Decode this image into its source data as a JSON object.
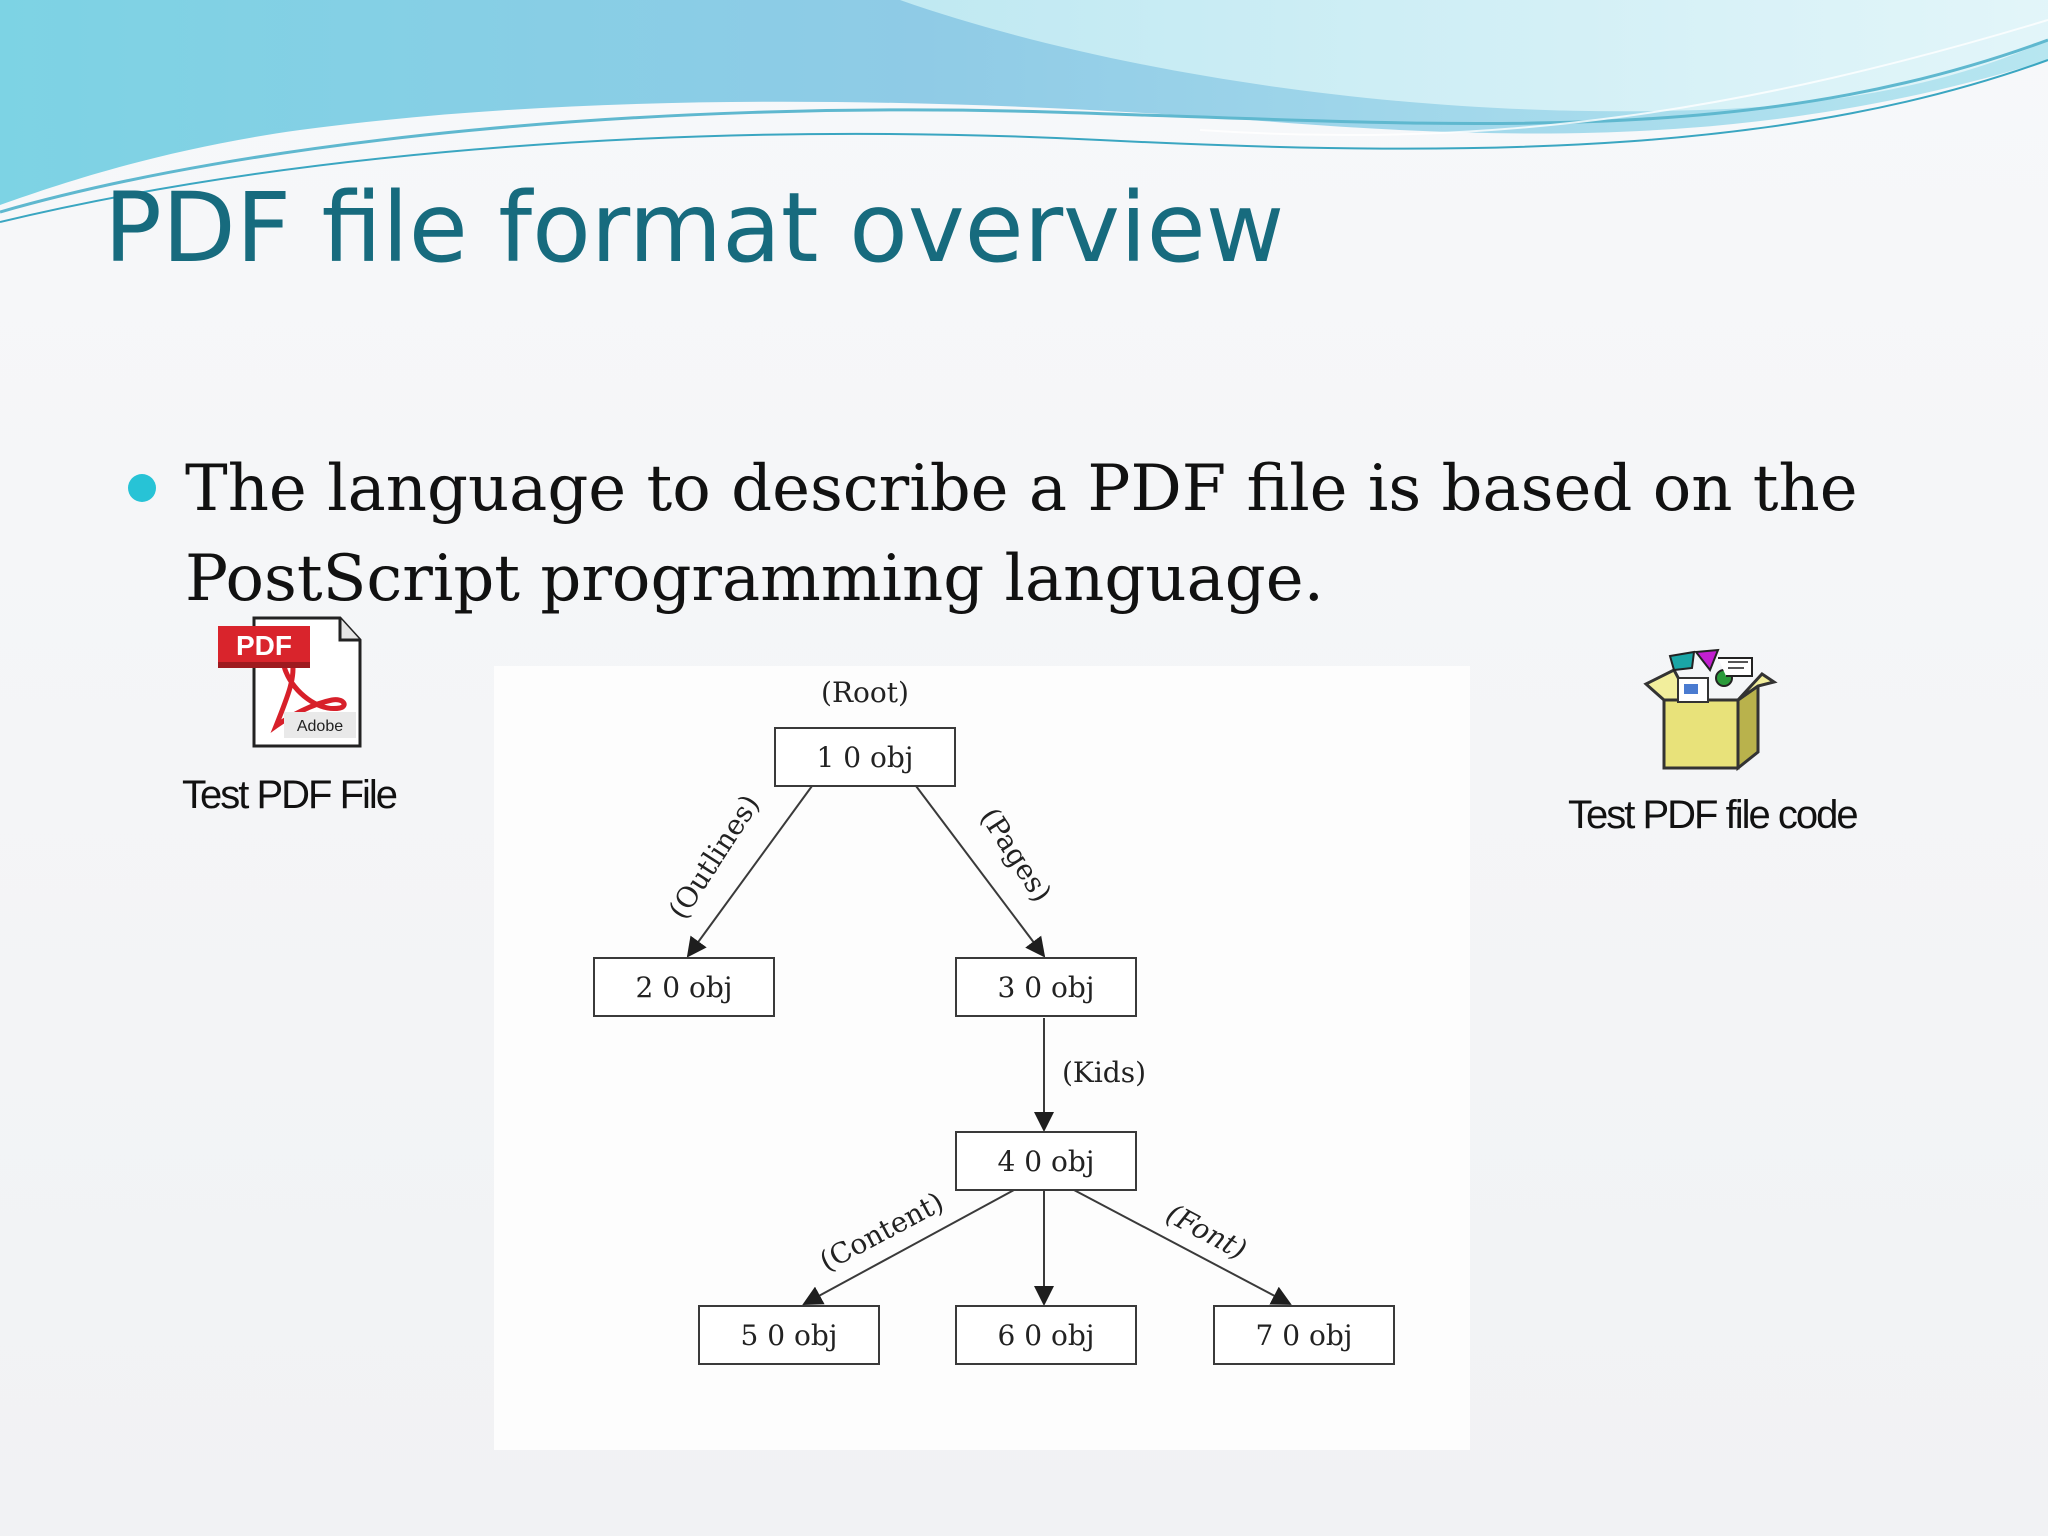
{
  "slide": {
    "title": "PDF file format overview",
    "bullet": "The language to describe a PDF file is based on the PostScript programming language.",
    "accent_color": "#27c3d6",
    "title_color": "#176b7e"
  },
  "icons": {
    "pdf_file": {
      "icon": "pdf-document-icon",
      "badge": "PDF",
      "logo_text": "Adobe",
      "label": "Test PDF File"
    },
    "code_file": {
      "icon": "package-box-icon",
      "label": "Test PDF file code"
    }
  },
  "diagram": {
    "root_label": "(Root)",
    "nodes": {
      "n1": "1 0 obj",
      "n2": "2 0 obj",
      "n3": "3 0 obj",
      "n4": "4 0 obj",
      "n5": "5 0 obj",
      "n6": "6 0 obj",
      "n7": "7 0 obj"
    },
    "edges": {
      "outlines": "(Outlines)",
      "pages": "(Pages)",
      "kids": "(Kids)",
      "content": "(Content)",
      "font": "(Font)"
    }
  }
}
